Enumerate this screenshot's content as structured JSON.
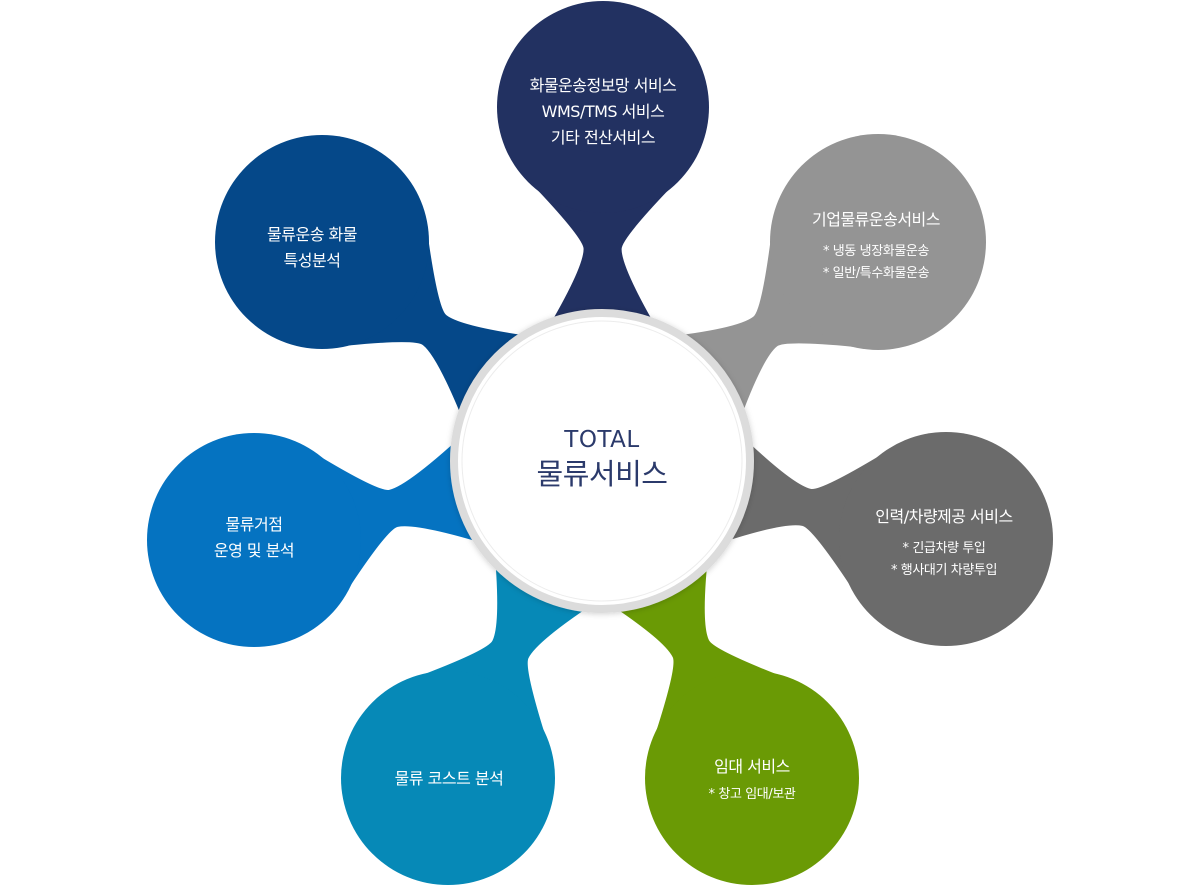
{
  "center": {
    "line1": "TOTAL",
    "line2": "물류서비스"
  },
  "petals": {
    "top": {
      "lines": [
        "화물운송정보망 서비스",
        "WMS/TMS 서비스",
        "기타 전산서비스"
      ],
      "color": "#223161"
    },
    "upper_right": {
      "title": "기업물류운송서비스",
      "sub": [
        "* 냉동 냉장화물운송",
        "* 일반/특수화물운송"
      ],
      "color": "#949494"
    },
    "right": {
      "title": "인력/차량제공 서비스",
      "sub": [
        "* 긴급차량 투입",
        "* 행사대기 차량투입"
      ],
      "color": "#6b6b6b"
    },
    "lower_right": {
      "title": "임대 서비스",
      "sub": [
        "* 창고 임대/보관"
      ],
      "color": "#6a9a05"
    },
    "bottom_left": {
      "lines": [
        "물류 코스트 분석"
      ],
      "color": "#0689b7"
    },
    "left": {
      "lines": [
        "물류거점",
        "운영 및 분석"
      ],
      "color": "#0573c1"
    },
    "upper_left": {
      "lines": [
        "물류운송 화물",
        "특성분석"
      ],
      "color": "#054889"
    }
  },
  "colors": {
    "center_text": "#2b3a6b",
    "center_ring": "#d9d9d9",
    "center_fill": "#ffffff"
  }
}
